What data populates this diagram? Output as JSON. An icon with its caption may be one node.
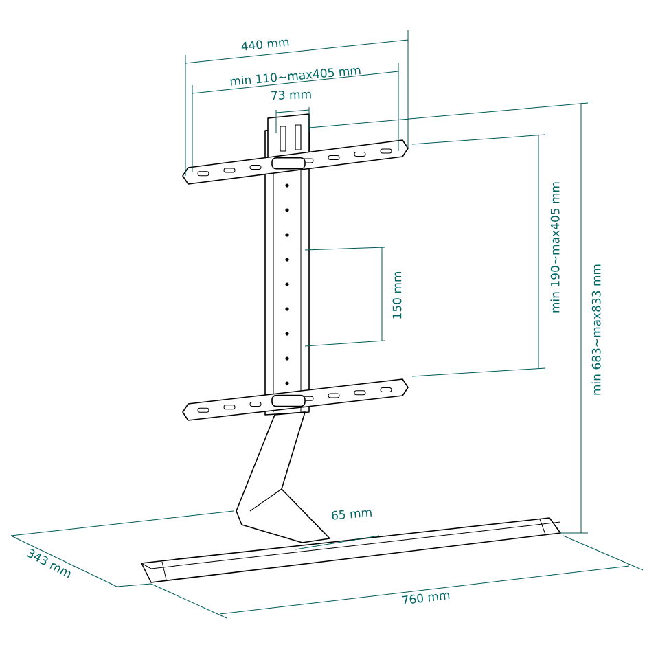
{
  "diagram": {
    "labels": [
      "440 mm",
      "min 110~max405 mm",
      "73 mm",
      "150 mm",
      "min 190~max405 mm",
      "min 683~max833 mm",
      "65 mm",
      "343 mm",
      "760 mm"
    ]
  }
}
